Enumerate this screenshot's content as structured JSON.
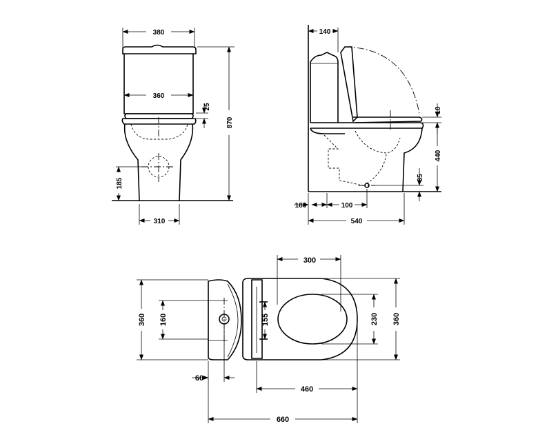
{
  "views": {
    "front": {
      "tank_width": "380",
      "tank_inner_width": "360",
      "lid_offset": "25",
      "total_height": "870",
      "outlet_height": "185",
      "base_width": "310"
    },
    "side": {
      "tank_depth": "140",
      "seat_offset": "10",
      "seat_height": "440",
      "outlet_center_height": "35",
      "wall_offset": "180",
      "outlet_offset": "100",
      "total_depth": "540"
    },
    "top": {
      "bowl_opening": "300",
      "overall_width_left": "360",
      "fixing_spacing": "160",
      "hinge_spacing": "155",
      "opening_width": "230",
      "overall_width_right": "360",
      "tank_offset": "60",
      "bowl_length": "460",
      "total_length": "660"
    }
  }
}
